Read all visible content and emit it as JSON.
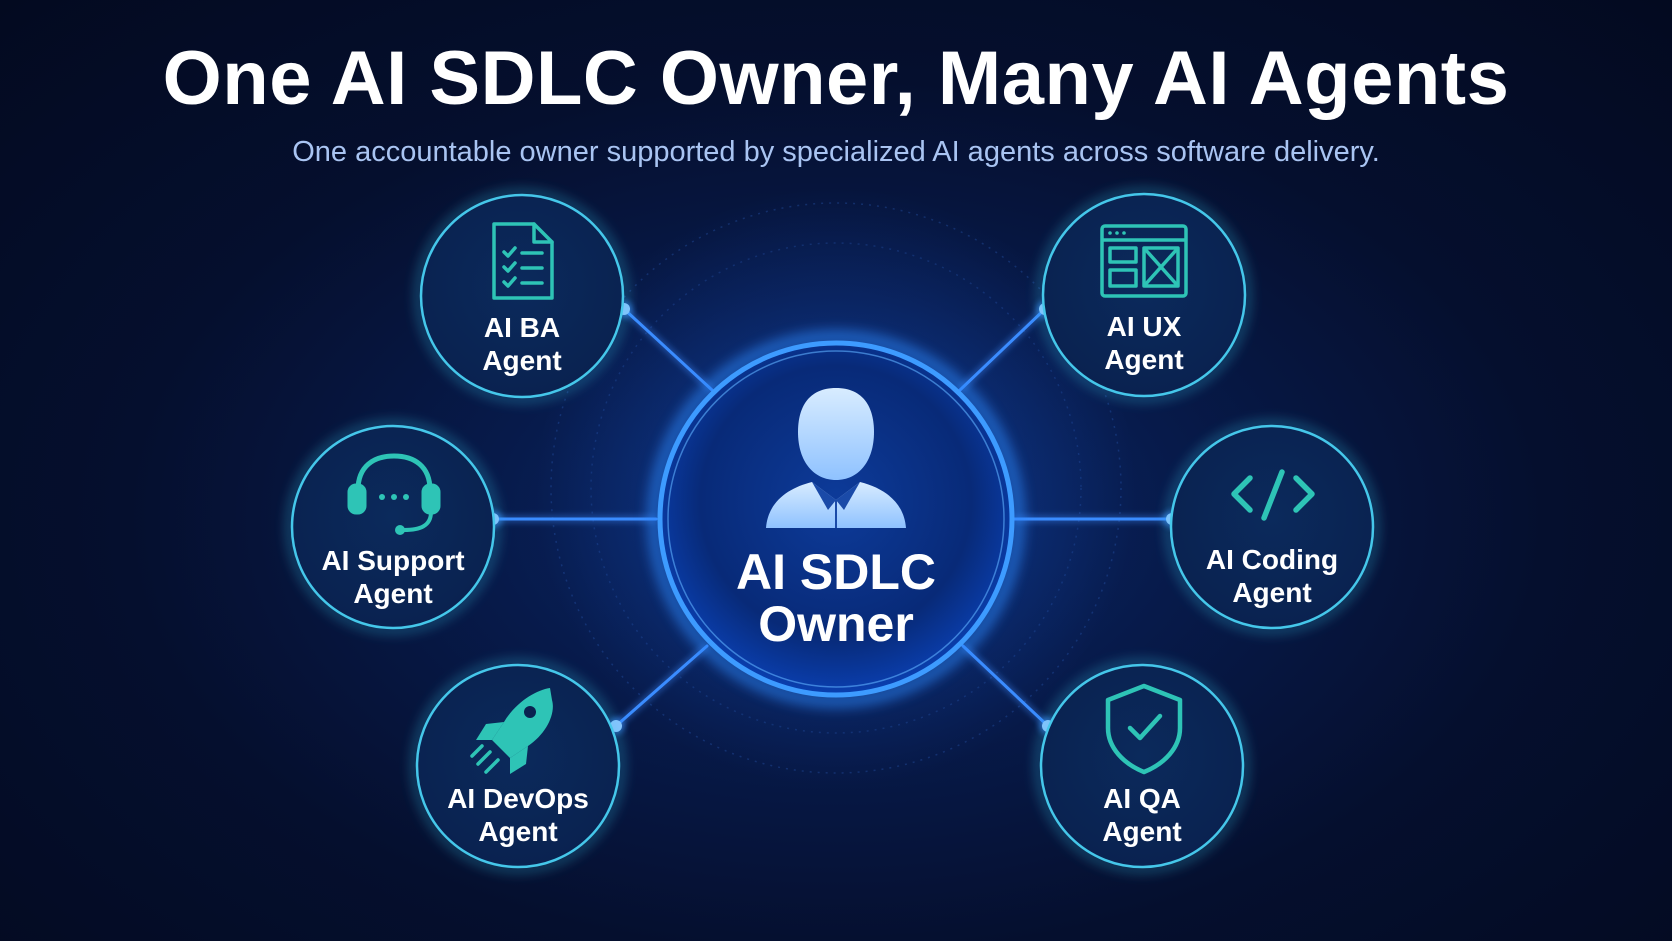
{
  "title": "One AI SDLC Owner, Many AI Agents",
  "subtitle": "One accountable owner supported by specialized AI agents across software delivery.",
  "center": {
    "line1": "AI SDLC",
    "line2": "Owner",
    "icon": "person-icon"
  },
  "agents": [
    {
      "line1": "AI BA",
      "line2": "Agent",
      "icon": "document-checklist-icon"
    },
    {
      "line1": "AI UX",
      "line2": "Agent",
      "icon": "wireframe-window-icon"
    },
    {
      "line1": "AI Support",
      "line2": "Agent",
      "icon": "headset-icon"
    },
    {
      "line1": "AI Coding",
      "line2": "Agent",
      "icon": "code-brackets-icon"
    },
    {
      "line1": "AI DevOps",
      "line2": "Agent",
      "icon": "rocket-icon"
    },
    {
      "line1": "AI QA",
      "line2": "Agent",
      "icon": "shield-check-icon"
    }
  ],
  "colors": {
    "accent_blue": "#2f8bff",
    "ring_cyan": "#39c6e8",
    "icon_teal": "#2ec4b6",
    "subtitle": "#a9c4f2"
  }
}
